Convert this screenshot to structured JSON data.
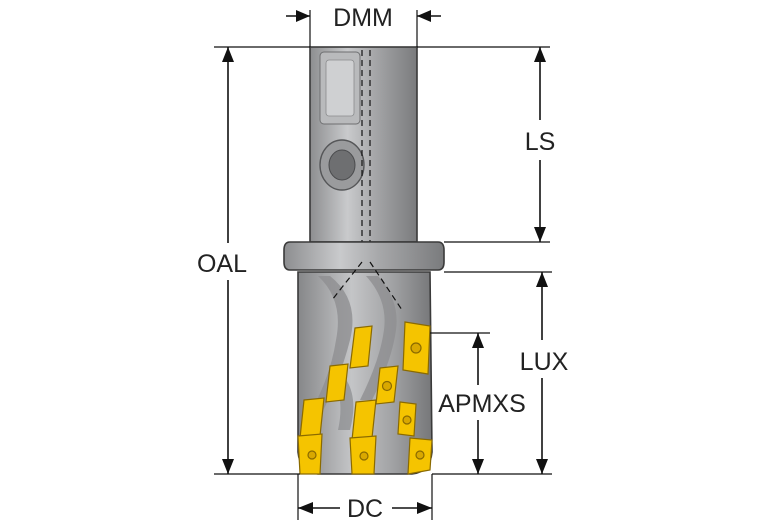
{
  "dimensions": {
    "dmm": "DMM",
    "ls": "LS",
    "oal": "OAL",
    "lux": "LUX",
    "apmxs": "APMXS",
    "dc": "DC"
  },
  "colors": {
    "tool_body": "#a9aaac",
    "tool_shade": "#7d7e80",
    "tool_highlight": "#d6d7d9",
    "insert": "#f5c400",
    "insert_edge": "#8a6a00",
    "line": "#111111",
    "label": "#222222"
  }
}
